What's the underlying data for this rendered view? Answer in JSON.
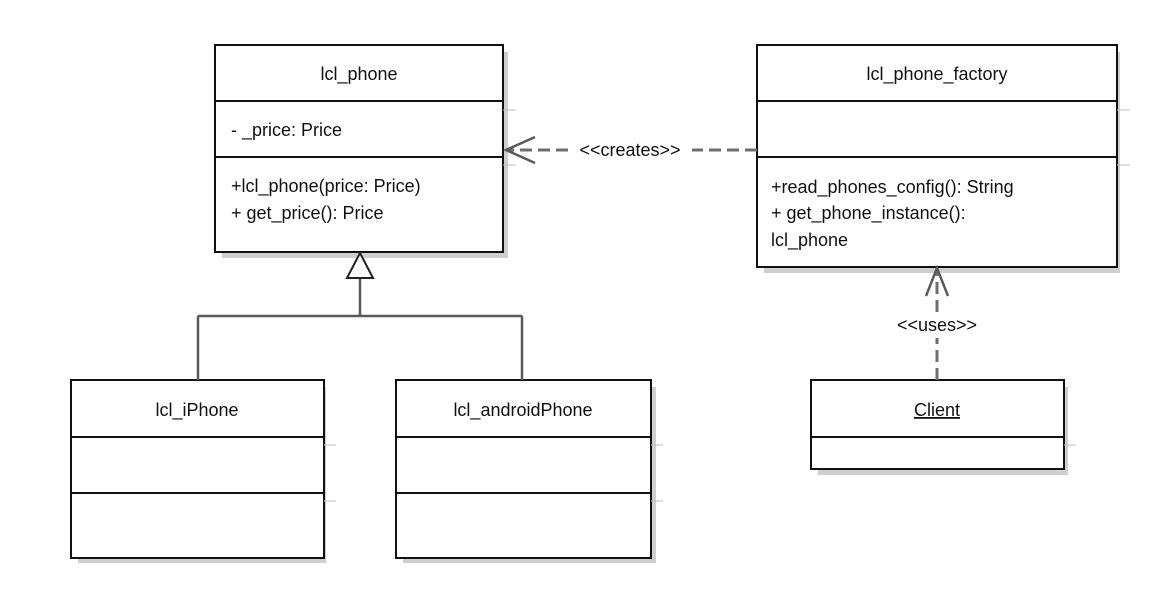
{
  "classes": {
    "phone": {
      "name": "lcl_phone",
      "attributes": [
        "- _price: Price"
      ],
      "methods": [
        "+lcl_phone(price: Price)",
        "+ get_price(): Price"
      ]
    },
    "factory": {
      "name": "lcl_phone_factory",
      "attributes": [],
      "methods": [
        "+read_phones_config(): String",
        "+ get_phone_instance():",
        "lcl_phone"
      ]
    },
    "iphone": {
      "name": "lcl_iPhone",
      "attributes": [],
      "methods": []
    },
    "android": {
      "name": "lcl_androidPhone",
      "attributes": [],
      "methods": []
    },
    "client": {
      "name": "Client",
      "attributes": [],
      "methods": []
    }
  },
  "relations": {
    "creates_label": "<<creates>>",
    "uses_label": "<<uses>>"
  }
}
